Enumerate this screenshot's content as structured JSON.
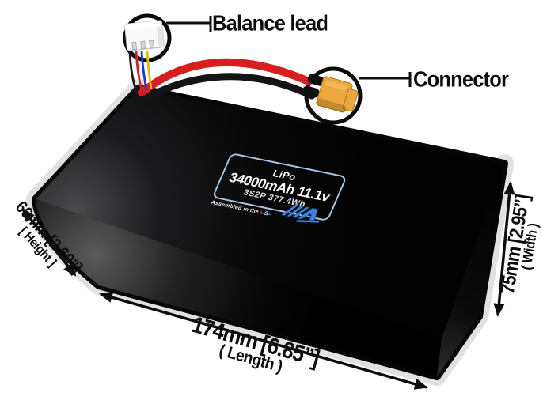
{
  "callouts": {
    "balance_lead": "Balance lead",
    "connector": "Connector"
  },
  "battery_label": {
    "chemistry": "LiPo",
    "capacity_voltage": "34000mAh 11.1v",
    "config_energy": "3S2P 377.4Wh",
    "assembled_prefix": "Assembled in the ",
    "usa_u": "U",
    "usa_s": "S",
    "usa_a": "A",
    "logo_name": "maxamps-logo"
  },
  "dimensions": {
    "length_value": "174mm [6.85”]",
    "length_name": "( Length )",
    "width_value": "75mm [2.95”]",
    "width_name": "( Width )",
    "height_value": "66mm [2.60”]",
    "height_name": "[ Height ]"
  },
  "colors": {
    "background": "#ffffff",
    "battery_body": "#060606",
    "edge_highlight": "#e1e1e1",
    "label_border_blue": "#a5c6e6",
    "label_text": "#ffffff",
    "logo_blue": "#3f85d8",
    "usa_red": "#e03a2f",
    "usa_white": "#f5f5f5",
    "usa_blue": "#3a6fd8",
    "wire_red": "#d81f1f",
    "wire_black": "#141414",
    "balance_wire_blue": "#2038c8",
    "balance_wire_yellow": "#e0b81e",
    "xt60_yellow": "#eca83b",
    "jst_white": "#fafafa",
    "annotation_black": "#0d0d0d"
  }
}
